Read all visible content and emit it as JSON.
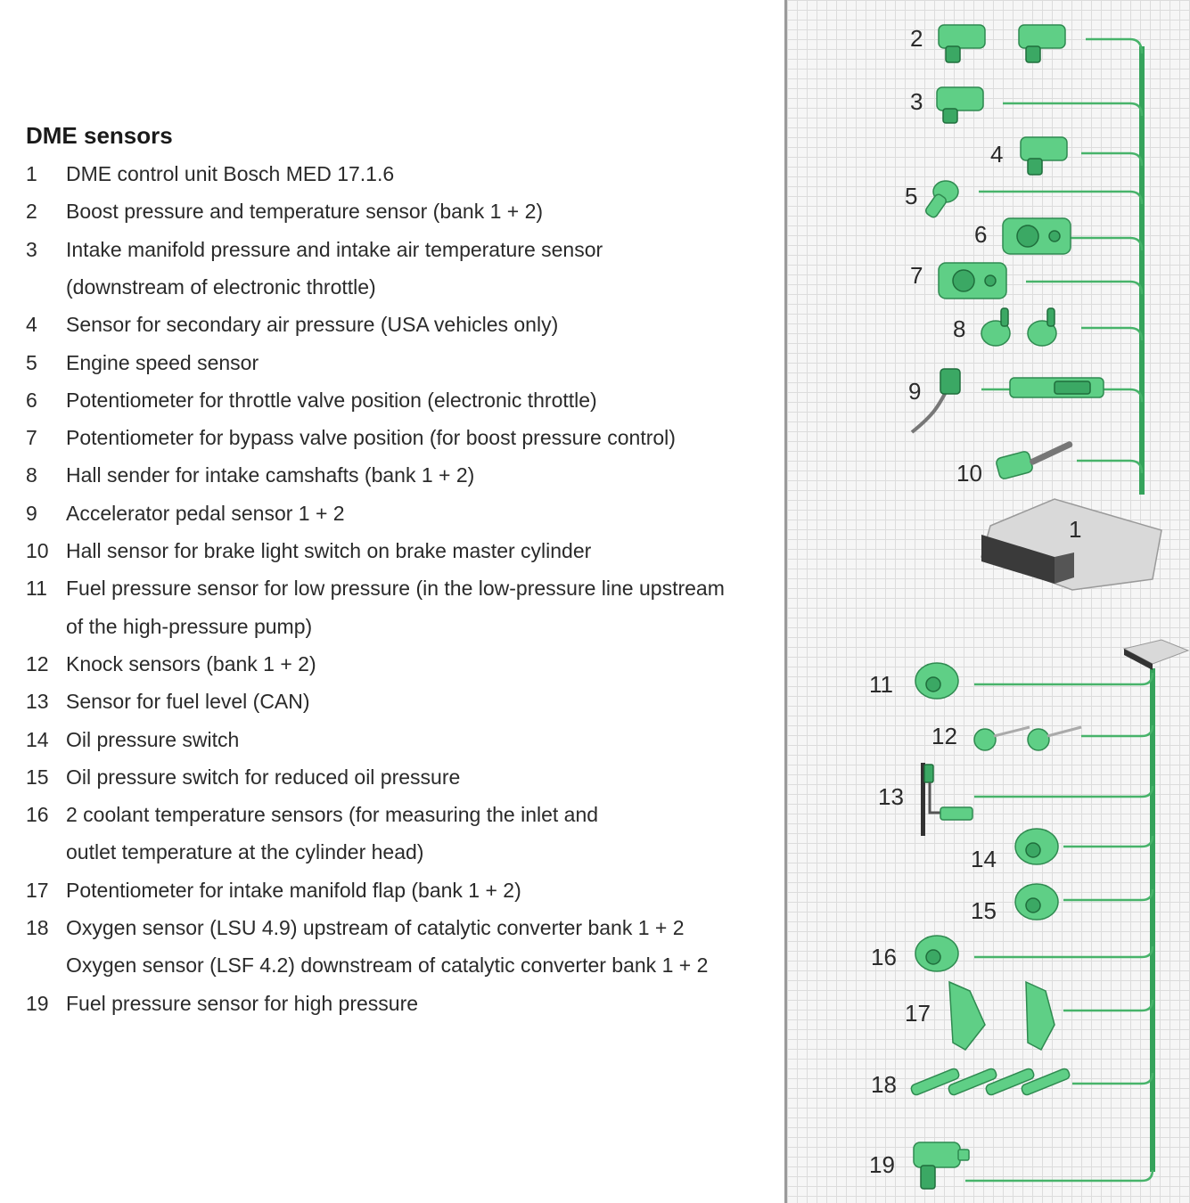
{
  "title": "DME sensors",
  "items": [
    {
      "num": "1",
      "lines": [
        "DME control unit Bosch MED 17.1.6"
      ]
    },
    {
      "num": "2",
      "lines": [
        "Boost pressure and temperature sensor (bank 1 + 2)"
      ]
    },
    {
      "num": "3",
      "lines": [
        "Intake manifold pressure and intake air temperature sensor",
        "(downstream of electronic throttle)"
      ]
    },
    {
      "num": "4",
      "lines": [
        "Sensor for secondary air pressure (USA vehicles only)"
      ]
    },
    {
      "num": "5",
      "lines": [
        "Engine speed sensor"
      ]
    },
    {
      "num": "6",
      "lines": [
        "Potentiometer for throttle valve position (electronic throttle)"
      ]
    },
    {
      "num": "7",
      "lines": [
        "Potentiometer for bypass valve position (for boost pressure control)"
      ]
    },
    {
      "num": "8",
      "lines": [
        "Hall sender for intake camshafts (bank 1 + 2)"
      ]
    },
    {
      "num": "9",
      "lines": [
        "Accelerator pedal sensor 1 + 2"
      ]
    },
    {
      "num": "10",
      "lines": [
        "Hall sensor for brake light switch on brake master cylinder"
      ]
    },
    {
      "num": "11",
      "lines": [
        "Fuel pressure sensor for low pressure (in the low-pressure line upstream",
        "of the high-pressure pump)"
      ]
    },
    {
      "num": "12",
      "lines": [
        "Knock sensors (bank 1 + 2)"
      ]
    },
    {
      "num": "13",
      "lines": [
        "Sensor for fuel level (CAN)"
      ]
    },
    {
      "num": "14",
      "lines": [
        "Oil pressure switch"
      ]
    },
    {
      "num": "15",
      "lines": [
        "Oil pressure switch for reduced oil pressure"
      ]
    },
    {
      "num": "16",
      "lines": [
        "2 coolant temperature sensors (for measuring the inlet and",
        "outlet temperature at the cylinder head)"
      ]
    },
    {
      "num": "17",
      "lines": [
        "Potentiometer for intake manifold flap (bank 1 + 2)"
      ]
    },
    {
      "num": "18",
      "lines": [
        "Oxygen sensor (LSU 4.9) upstream of catalytic converter bank 1 + 2",
        "Oxygen sensor (LSF 4.2) downstream of catalytic converter bank 1 + 2"
      ]
    },
    {
      "num": "19",
      "lines": [
        "Fuel pressure sensor for high pressure"
      ]
    }
  ],
  "diagram": {
    "callouts": [
      "1",
      "2",
      "3",
      "4",
      "5",
      "6",
      "7",
      "8",
      "9",
      "10",
      "11",
      "12",
      "13",
      "14",
      "15",
      "16",
      "17",
      "18",
      "19"
    ],
    "colors": {
      "wire": "#47b36a",
      "part": "#5fcf86",
      "grid": "#dcdcdc",
      "ecu": "#d9d9d9"
    }
  }
}
